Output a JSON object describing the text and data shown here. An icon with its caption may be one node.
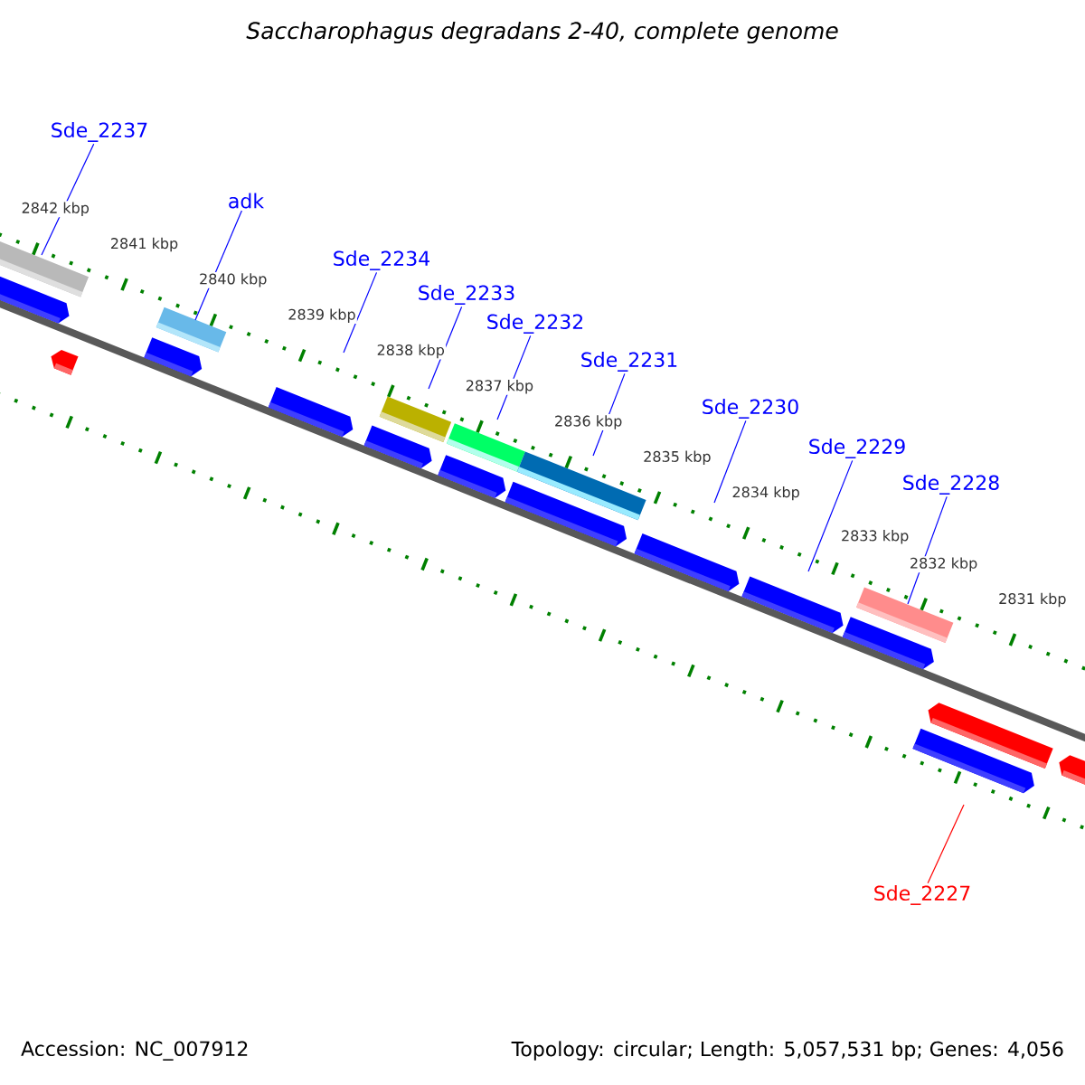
{
  "diagram": {
    "title": "Saccharophagus degradans 2-40, complete genome",
    "nodes": [
      {
        "text": [
          "Sde_2237"
        ]
      },
      {
        "text": [
          "adk"
        ]
      },
      {
        "text": [
          "Sde_2234"
        ]
      },
      {
        "text": [
          "Sde_2233"
        ]
      },
      {
        "text": [
          "Sde_2232"
        ]
      },
      {
        "text": [
          "Sde_2231"
        ]
      },
      {
        "text": [
          "Sde_2230"
        ]
      },
      {
        "text": [
          "Sde_2229"
        ]
      },
      {
        "text": [
          "Sde_2228"
        ]
      },
      {
        "text": [
          "Sde_2227"
        ]
      }
    ],
    "edges": [
      {
        "from": 0,
        "to": null,
        "arrow": "none"
      },
      {
        "from": 1,
        "to": null,
        "arrow": "none"
      },
      {
        "from": 2,
        "to": null,
        "arrow": "none"
      },
      {
        "from": 3,
        "to": null,
        "arrow": "none"
      },
      {
        "from": 4,
        "to": null,
        "arrow": "none"
      },
      {
        "from": 5,
        "to": null,
        "arrow": "none"
      },
      {
        "from": 6,
        "to": null,
        "arrow": "none"
      },
      {
        "from": 7,
        "to": null,
        "arrow": "none"
      },
      {
        "from": 8,
        "to": null,
        "arrow": "none"
      },
      {
        "from": 9,
        "to": null,
        "arrow": "none",
        "color": "#ff0000"
      }
    ],
    "labels": [
      "2842 kbp",
      "2841 kbp",
      "2840 kbp",
      "2839 kbp",
      "2838 kbp",
      "2837 kbp",
      "2836 kbp",
      "2835 kbp",
      "2834 kbp",
      "2833 kbp",
      "2832 kbp",
      "2831 kbp",
      "Accession: NC_007912",
      "Topology: circular; Length: 5,057,531 bp; Genes: 4,056"
    ]
  }
}
